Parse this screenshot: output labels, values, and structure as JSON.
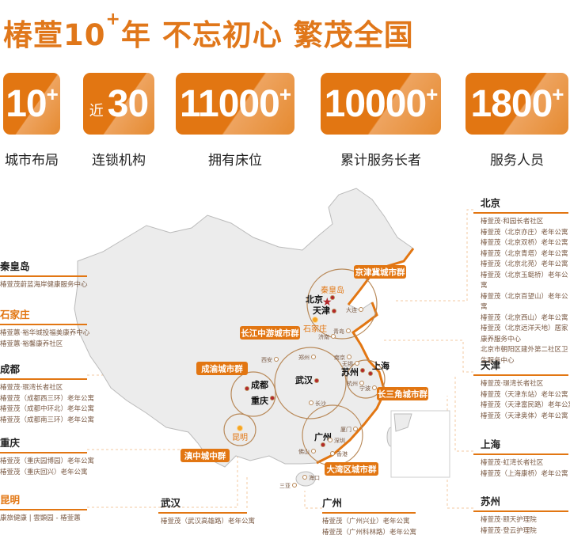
{
  "title": {
    "part1": "椿萱10",
    "sup": "+",
    "part2": "年  不忘初心 繁茂全国"
  },
  "stats": [
    {
      "prefix": "",
      "value": "10",
      "plus": "+",
      "label": "城市布局"
    },
    {
      "prefix": "近",
      "value": "30",
      "plus": "",
      "label": "连锁机构"
    },
    {
      "prefix": "",
      "value": "11000",
      "plus": "+",
      "label": "拥有床位"
    },
    {
      "prefix": "",
      "value": "10000",
      "plus": "+",
      "label": "累计服务长者"
    },
    {
      "prefix": "",
      "value": "1800",
      "plus": "+",
      "label": "服务人员"
    }
  ],
  "sections": {
    "beijing": {
      "title": "北京",
      "items": [
        "椿萱茂·和园长者社区",
        "椿萱茂（北京亦庄）老年公寓",
        "椿萱茂（北京双桥）老年公寓",
        "椿萱茂（北京青塔）老年公寓",
        "椿萱茂（北京北苑）老年公寓",
        "椿萱茂（北京玉蜓桥）老年公寓",
        "椿萱茂（北京百望山）老年公寓",
        "椿萱茂（北京西山）老年公寓",
        "椿萱茂（北京远洋天地）居家康养服务中心",
        "北京市朝阳区建外第二社区卫生服务中心"
      ]
    },
    "tianjin": {
      "title": "天津",
      "items": [
        "椿萱茂·璟湾长者社区",
        "椿萱茂（天津东站）老年公寓",
        "椿萱茂（天津富民路）老年公寓",
        "椿萱茂（天津奥体）老年公寓"
      ]
    },
    "shanghai": {
      "title": "上海",
      "items": [
        "椿萱茂·虹湾长者社区",
        "椿萱茂（上海康桥）老年公寓"
      ]
    },
    "suzhou": {
      "title": "苏州",
      "items": [
        "椿萱茂·颐天护理院",
        "椿萱茂·登云护理院"
      ]
    },
    "qinhuangdao": {
      "title": "秦皇岛",
      "items": [
        "椿萱茂蔚蓝海岸健康服务中心"
      ]
    },
    "shijiazhuang": {
      "title": "石家庄",
      "items": [
        "椿萱蕙·裕华城投福美康养中心",
        "椿萱蕙·裕馨康养社区"
      ]
    },
    "chengdu": {
      "title": "成都",
      "items": [
        "椿萱茂·珉湾长者社区",
        "椿萱茂（成都西三环）老年公寓",
        "椿萱茂（成都中环北）老年公寓",
        "椿萱茂（成都南三环）老年公寓"
      ]
    },
    "chongqing": {
      "title": "重庆",
      "items": [
        "椿萱茂（重庆园博园）老年公寓",
        "椿萱茂（重庆回兴）老年公寓"
      ]
    },
    "kunming": {
      "title": "昆明",
      "items": [
        "康旅健康 | 雲顗园 - 椿萱蕙"
      ]
    },
    "wuhan": {
      "title": "武汉",
      "items": [
        "椿萱茂（武汉高雄路）老年公寓"
      ]
    },
    "guangzhou": {
      "title": "广州",
      "items": [
        "椿萱茂（广州兴业）老年公寓",
        "椿萱茂（广州科林路）老年公寓"
      ]
    }
  },
  "clusters": {
    "jjj": "京津冀城市群",
    "cjzy": "长江中游城市群",
    "cy": "成渝城市群",
    "csj": "长三角城市群",
    "dz": "滇中城中群",
    "dwq": "大湾区城市群"
  },
  "cities": {
    "beijing": "北京",
    "tianjin": "天津",
    "qinhuangdao": "秦皇岛",
    "shijiazhuang": "石家庄",
    "dalian": "大连",
    "qingdao": "青岛",
    "jinan": "济南",
    "zhengzhou": "郑州",
    "xian": "西安",
    "nanjing": "南京",
    "wuxi": "无锡",
    "suzhou": "苏州",
    "shanghai": "上海",
    "hangzhou": "杭州",
    "ningbo": "宁波",
    "chengdu": "成都",
    "chongqing": "重庆",
    "wuhan": "武汉",
    "changsha": "长沙",
    "kunming": "昆明",
    "guangzhou": "广州",
    "shenzhen": "深圳",
    "xiamen": "厦门",
    "foshan": "佛山",
    "hongkong": "香港",
    "haikou": "海口",
    "sanya": "三亚"
  },
  "colors": {
    "accent": "#e27612",
    "text": "#7a5a44"
  }
}
